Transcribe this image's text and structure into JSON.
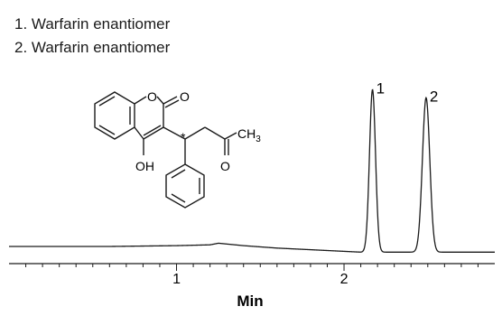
{
  "legend": [
    "1. Warfarin enantiomer",
    "2. Warfarin enantiomer"
  ],
  "molecule": {
    "labels": {
      "ring_oxygen": "O",
      "carbonyl_oxygen": "O",
      "hydroxyl": "OH",
      "chiral_mark": "*",
      "methyl": "CH",
      "methyl_sub": "3",
      "ketone_oxygen": "O"
    }
  },
  "chart_data": {
    "type": "line",
    "title": "",
    "xlabel": "Min",
    "ylabel": "",
    "xlim": [
      0,
      2.9
    ],
    "x_ticks": [
      1,
      2
    ],
    "x_tick_labels": [
      "1",
      "2"
    ],
    "baseline": {
      "x": [
        0.0,
        0.6,
        1.0,
        1.2,
        1.25,
        1.4,
        1.6,
        2.0,
        2.1,
        2.9
      ],
      "y": [
        0.0,
        0.0,
        0.005,
        0.01,
        0.02,
        0.005,
        -0.01,
        -0.03,
        -0.035,
        -0.035
      ]
    },
    "peaks": [
      {
        "label": "1",
        "rt": 2.17,
        "height": 1.0,
        "width": 0.018
      },
      {
        "label": "2",
        "rt": 2.49,
        "height": 0.95,
        "width": 0.022
      }
    ]
  }
}
